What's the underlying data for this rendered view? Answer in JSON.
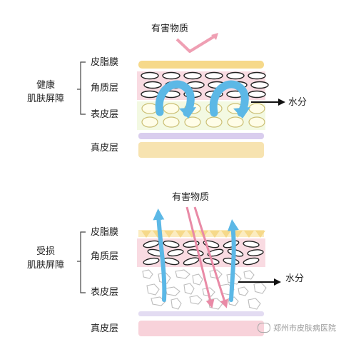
{
  "healthy": {
    "group_line1": "健康",
    "group_line2": "肌肤屏障",
    "harmful_label": "有害物质",
    "water_label": "水分",
    "layers": [
      "皮脂膜",
      "角质层",
      "表皮层",
      "真皮层"
    ]
  },
  "damaged": {
    "group_line1": "受损",
    "group_line2": "肌肤屏障",
    "harmful_label": "有害物质",
    "water_label": "水分",
    "layers": [
      "皮脂膜",
      "角质层",
      "表皮层",
      "真皮层"
    ]
  },
  "watermark": "郑州市皮肤病医院",
  "colors": {
    "sebum": "#f6d98a",
    "stratum": "#f7c9d2",
    "epidermis": "#eef7d4",
    "dermis_healthy": "#f7e3b0",
    "dermis_damaged": "#f8d2da",
    "divider": "#d9cdee",
    "water_arrow": "#5cb8e6",
    "harmful_arrow": "#e98aa6"
  }
}
